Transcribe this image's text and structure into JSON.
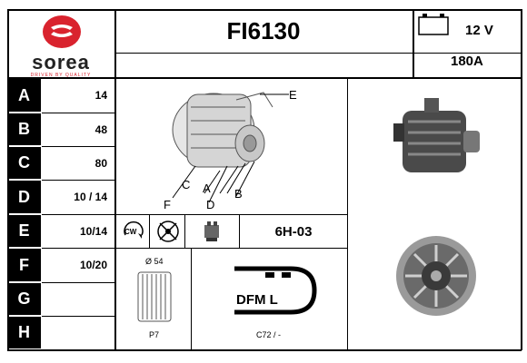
{
  "header": {
    "brand": "sorea",
    "tagline": "DRIVEN BY QUALITY",
    "code": "FI6130",
    "voltage": "12 V",
    "amperage": "180A"
  },
  "rows": [
    {
      "label": "A",
      "value": "14"
    },
    {
      "label": "B",
      "value": "48"
    },
    {
      "label": "C",
      "value": "80"
    },
    {
      "label": "D",
      "value": "10 / 14"
    },
    {
      "label": "E",
      "value": "10/14"
    },
    {
      "label": "F",
      "value": "10/20"
    },
    {
      "label": "G",
      "value": ""
    },
    {
      "label": "H",
      "value": ""
    }
  ],
  "diagram_labels": {
    "e": "E",
    "c": "C",
    "a": "A",
    "b": "B",
    "f": "F",
    "d": "D"
  },
  "specs": {
    "rotation": "CW",
    "code": "6H-03",
    "pulley_diameter": "Ø 54",
    "pulley_type": "P7",
    "connector_text": "DFM L",
    "connector_code": "C72 / -"
  },
  "colors": {
    "brand_red": "#d9232e",
    "black": "#000000"
  }
}
